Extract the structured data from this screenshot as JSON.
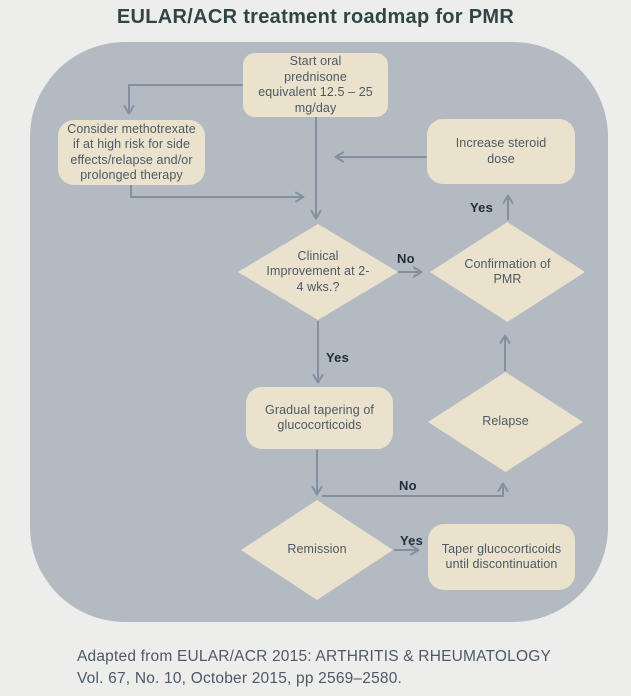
{
  "title": "EULAR/ACR treatment roadmap for PMR",
  "nodes": {
    "start": "Start oral prednisone equivalent 12.5 – 25 mg/day",
    "methotrexate": "Consider methotrexate if at high risk for side effects/relapse and/or prolonged therapy",
    "increase_steroid": "Increase steroid dose",
    "clinical_improvement": "Clinical Improvement at 2-4 wks.?",
    "confirmation": "Confirmation of PMR",
    "tapering": "Gradual tapering of glucocorticoids",
    "relapse": "Relapse",
    "remission": "Remission",
    "taper_discontinue": "Taper glucocorticoids until discontinuation"
  },
  "edge_labels": {
    "clinical_no": "No",
    "clinical_yes": "Yes",
    "confirmation_yes": "Yes",
    "remission_no": "No",
    "remission_yes": "Yes"
  },
  "caption": {
    "line1": "Adapted from EULAR/ACR 2015: ARTHRITIS & RHEUMATOLOGY",
    "line2": "Vol. 67, No. 10, October 2015, pp 2569–2580."
  },
  "colors": {
    "page_bg": "#ededeb",
    "panel_bg": "#b4bac1",
    "node_bg": "#eae2cc",
    "node_text": "#4d5966",
    "label_text": "#202f3f",
    "arrow": "#8290a0",
    "title_text": "#2f4645",
    "caption_text": "#4d5968"
  }
}
